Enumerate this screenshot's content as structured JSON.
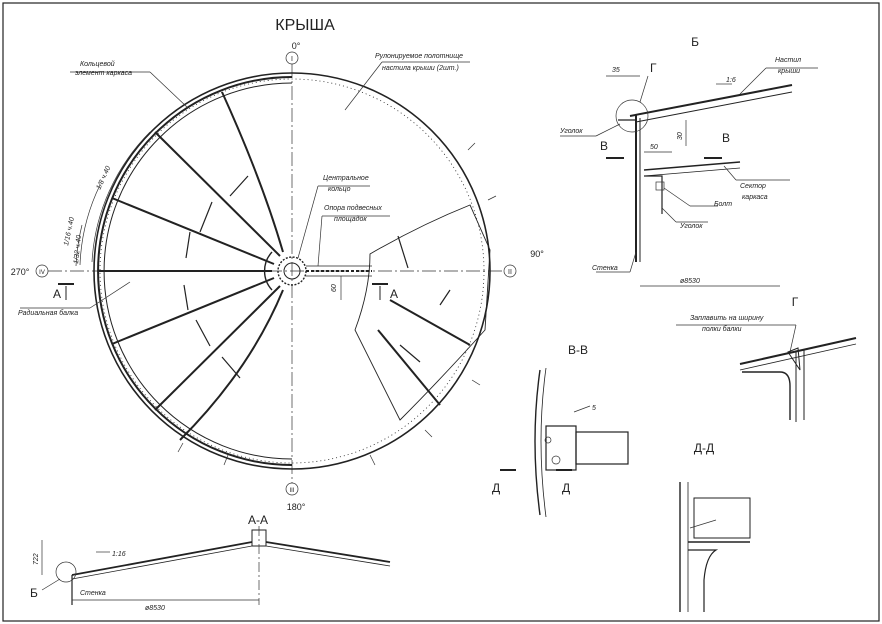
{
  "plan": {
    "title": "КРЫША",
    "angle_0": "0°",
    "angle_90": "90°",
    "angle_180": "180°",
    "angle_270": "270°",
    "axis_top": "I",
    "axis_right": "II",
    "axis_bottom": "III",
    "axis_left": "IV",
    "label_ring_element": [
      "Кольцевой",
      "элемент каркаса"
    ],
    "label_roll_sheet": [
      "Рулонируемое полотнище",
      "настила крыши (2шт.)"
    ],
    "label_central_ring": [
      "Центральное",
      "кольцо"
    ],
    "label_support": [
      "Опора подвесных",
      "площадок"
    ],
    "label_radial_beam": "Радиальная балка",
    "section_mark": "А",
    "dim_60": "60",
    "dim_l8": "1/8 ч.40",
    "dim_l16": "1/16 ч.40",
    "dim_l32": "1/32 ч.40"
  },
  "section_aa": {
    "title": "А-А",
    "slope": "1:16",
    "height": "722",
    "callout": "Б",
    "label_wall": "Стенка",
    "diameter": "ø8530"
  },
  "detail_b": {
    "title": "Б",
    "callout_g": "Г",
    "dim_35": "35",
    "dim_30": "30",
    "dim_50": "50",
    "slope": "1:6",
    "label_deck": [
      "Настил",
      "крыши"
    ],
    "label_angle_top": "Уголок",
    "section_mark": "В",
    "label_sector": [
      "Сектор",
      "каркаса"
    ],
    "label_bolt": "Болт",
    "label_angle_bottom": "Уголок",
    "label_wall": "Стенка",
    "diameter": "ø8530"
  },
  "detail_vv": {
    "title": "В-В",
    "weld": "5",
    "section_mark": "Д"
  },
  "detail_g": {
    "title": "Г",
    "note": [
      "Заплавить на ширину",
      "полки балки"
    ]
  },
  "detail_dd": {
    "title": "Д-Д"
  }
}
